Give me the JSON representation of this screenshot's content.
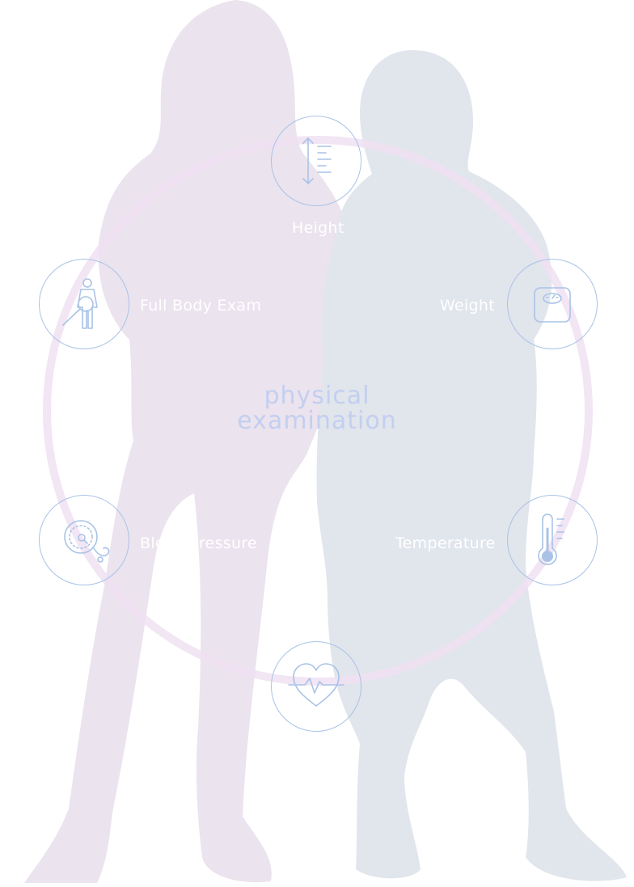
{
  "diagram": {
    "center_line1": "physical",
    "center_line2": "examination",
    "items": [
      {
        "id": "height",
        "label": "Height",
        "icon": "height-measure-icon"
      },
      {
        "id": "full-body-exam",
        "label": "Full Body Exam",
        "icon": "full-body-exam-icon"
      },
      {
        "id": "weight",
        "label": "Weight",
        "icon": "weight-scale-icon"
      },
      {
        "id": "blood-pressure",
        "label": "Blood Pressure",
        "icon": "blood-pressure-icon"
      },
      {
        "id": "temperature",
        "label": "Temperature",
        "icon": "thermometer-icon"
      },
      {
        "id": "heart-rate",
        "label": "",
        "icon": "heart-rate-icon"
      }
    ],
    "colors": {
      "ring": "#f0e0f2",
      "node_border": "#a9c3e6",
      "girl_silhouette": "#ebe3ee",
      "boy_silhouette": "#e1e5ec",
      "center_text": "#c3cff0",
      "label_text": "#ffffff"
    }
  }
}
